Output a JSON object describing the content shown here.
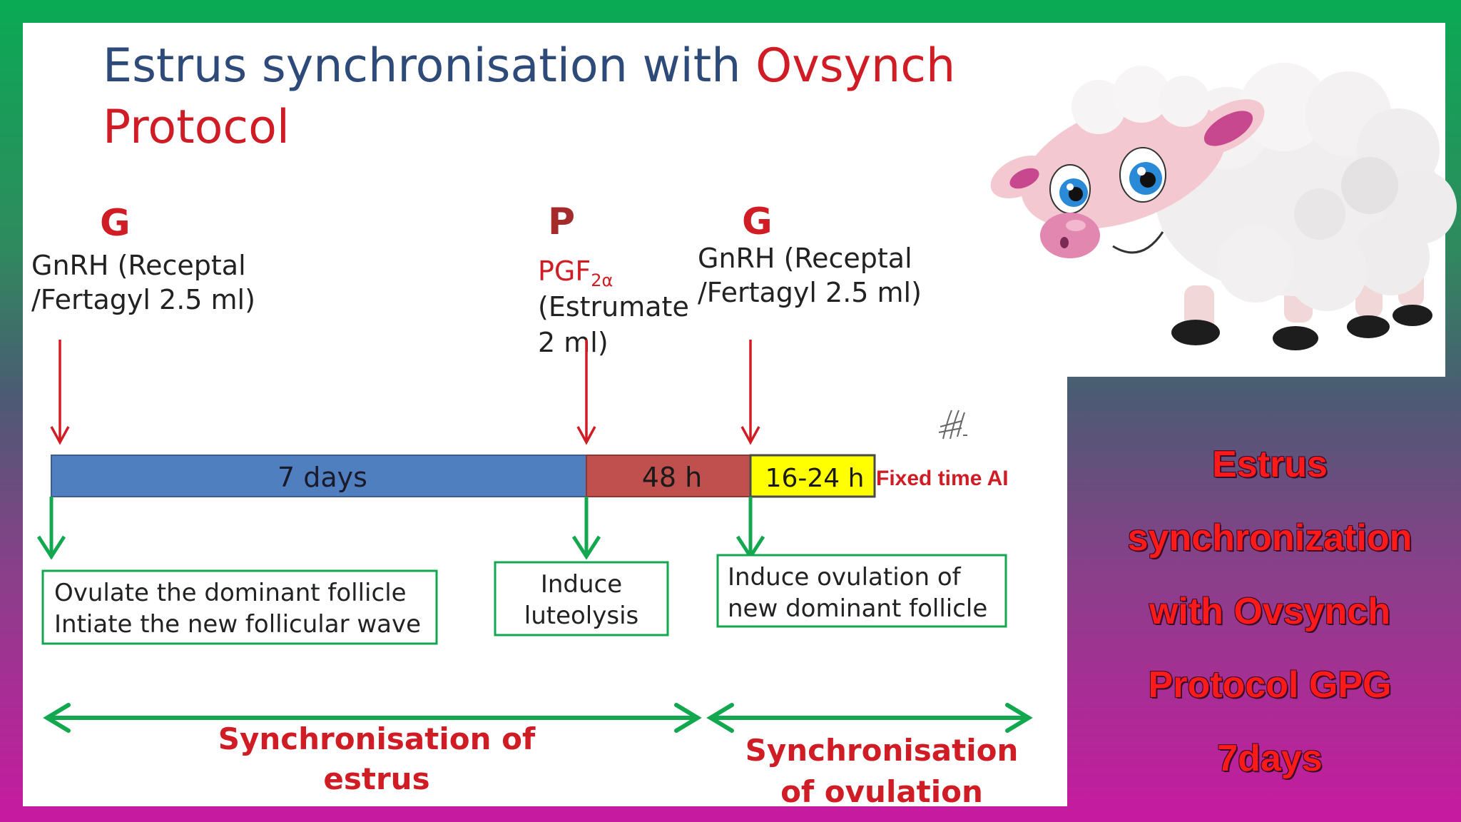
{
  "title": {
    "part1": "Estrus synchronisation with ",
    "part2": "Ovsynch",
    "part3": "Protocol"
  },
  "injections": [
    {
      "letter": "G",
      "line1": "GnRH (Receptal",
      "line2": "/Fertagyl 2.5 ml)"
    },
    {
      "letter": "P",
      "drug": "PGF",
      "sub": "2α",
      "line2": "(Estrumate",
      "line3": "2 ml)"
    },
    {
      "letter": "G",
      "line1": "GnRH (Receptal",
      "line2": "/Fertagyl 2.5 ml)"
    }
  ],
  "timeline": {
    "segments": [
      {
        "label": "7 days",
        "color": "#4f7fbf"
      },
      {
        "label": "48 h",
        "color": "#c0504d"
      },
      {
        "label": "16-24 h",
        "color": "#ffff00"
      }
    ],
    "end_label": "Fixed time AI"
  },
  "effects": [
    {
      "line1": "Ovulate the dominant follicle",
      "line2": "Intiate the new follicular wave"
    },
    {
      "line1": "Induce",
      "line2": "luteolysis"
    },
    {
      "line1": "Induce ovulation of",
      "line2": "new  dominant follicle"
    }
  ],
  "phases": [
    {
      "line1": "Synchronisation of",
      "line2": "estrus"
    },
    {
      "line1": "Synchronisation",
      "line2": "of ovulation"
    }
  ],
  "side_caption": [
    "Estrus",
    "synchronization",
    "with Ovsynch",
    "Protocol GPG",
    "7days"
  ],
  "colors": {
    "red": "#d01c24",
    "green": "#13a84f",
    "blue_title": "#2e4a78"
  }
}
